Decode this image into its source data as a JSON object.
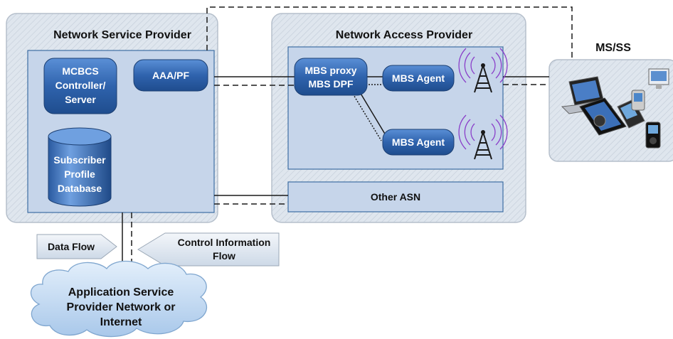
{
  "nsp": {
    "title": "Network Service Provider"
  },
  "nap": {
    "title": "Network Access Provider"
  },
  "ms": {
    "title": "MS/SS"
  },
  "mcbcs": {
    "line1": "MCBCS",
    "line2": "Controller/",
    "line3": "Server"
  },
  "aaa": {
    "label": "AAA/PF"
  },
  "database": {
    "line1": "Subscriber",
    "line2": "Profile",
    "line3": "Database"
  },
  "proxy": {
    "line1": "MBS proxy",
    "line2": "MBS DPF"
  },
  "agent1": {
    "label": "MBS Agent"
  },
  "agent2": {
    "label": "MBS Agent"
  },
  "other_asn": {
    "label": "Other ASN"
  },
  "legend": {
    "data_flow": "Data Flow",
    "control_line1": "Control Information",
    "control_line2": "Flow"
  },
  "cloud": {
    "line1": "Application Service",
    "line2": "Provider Network or",
    "line3": "Internet"
  },
  "colors": {
    "outer_fill": "#dfe6ee",
    "inner_fill": "#c6d5ea",
    "inner_stroke": "#3f6ea3",
    "box_fill": "#2f63ad",
    "box_text": "#ffffff",
    "antenna_ring": "#8a3fc9"
  },
  "icons": [
    "antenna-icon",
    "database-icon",
    "cloud-icon",
    "devices-icon"
  ]
}
